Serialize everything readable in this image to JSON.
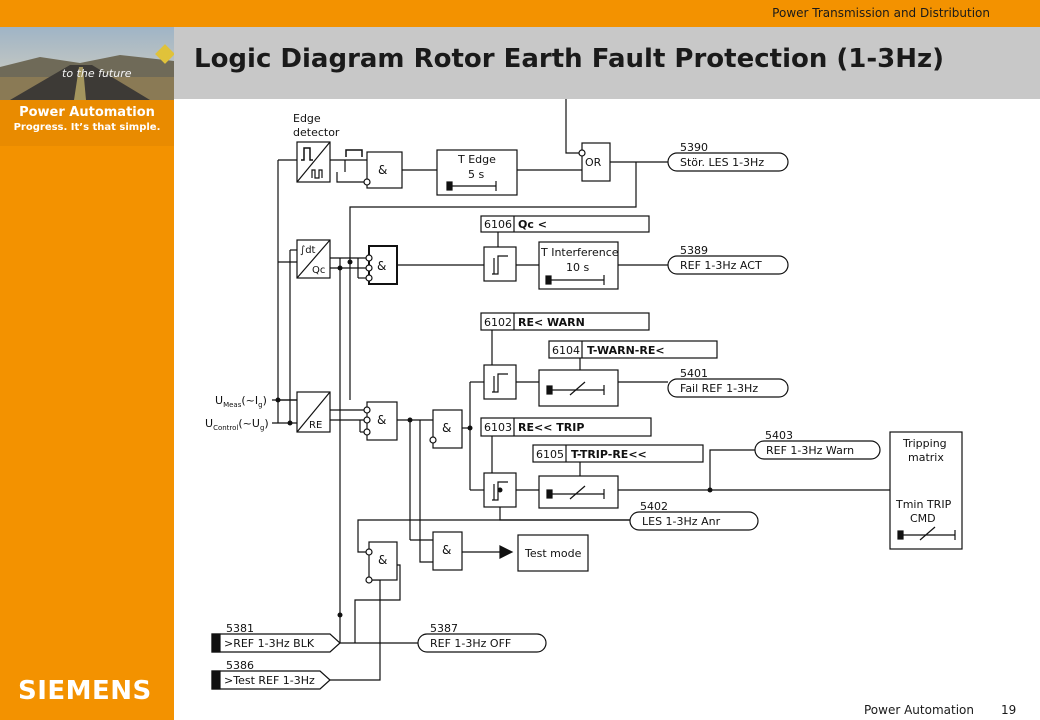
{
  "header": {
    "division": "Power Transmission and Distribution"
  },
  "sidebar": {
    "photo_caption": "to the future",
    "brand": "Power Automation",
    "tagline": "Progress. It’s that simple.",
    "logo": "SIEMENS"
  },
  "title": "Logic Diagram Rotor Earth Fault Protection  (1-3Hz)",
  "footer": {
    "label": "Power Automation",
    "page": "19"
  },
  "diagram": {
    "edge_detector": "Edge\ndetector",
    "gate_and": "&",
    "gate_or": "OR",
    "t_edge": "T Edge",
    "t_edge_value": "5 s",
    "t_interference": "T Interference",
    "t_interference_value": "10 s",
    "integrator_top": "∫dt",
    "integrator_bottom": "Qc",
    "re_block": "RE",
    "input_meas": "UMeas(~Ig)",
    "input_meas_main": "U",
    "input_meas_sub": "Meas",
    "input_meas_rest": "(~I",
    "input_meas_g": "g",
    "input_control_main": "U",
    "input_control_sub": "Control",
    "input_control_rest": "(~U",
    "input_control_g": "g",
    "p6106": "6106",
    "p6106_name": "Qc <",
    "p6102": "6102",
    "p6102_name": "RE< WARN",
    "p6104": "6104",
    "p6104_name": "T-WARN-RE<",
    "p6103": "6103",
    "p6103_name": "RE<< TRIP",
    "p6105": "6105",
    "p6105_name": "T-TRIP-RE<<",
    "o5390": "5390",
    "o5390_name": "Stör. LES 1-3Hz",
    "o5389": "5389",
    "o5389_name": "REF 1-3Hz ACT",
    "o5401": "5401",
    "o5401_name": "Fail REF 1-3Hz",
    "o5403": "5403",
    "o5403_name": "REF 1-3Hz Warn",
    "o5402": "5402",
    "o5402_name": "LES 1-3Hz Anr",
    "o5387": "5387",
    "o5387_name": "REF 1-3Hz OFF",
    "i5381": "5381",
    "i5381_name": ">REF 1-3Hz BLK",
    "i5386": "5386",
    "i5386_name": ">Test REF 1-3Hz",
    "tripping_matrix": "Tripping\nmatrix",
    "tmin_trip": "Tmin TRIP",
    "tmin_cmd": "CMD",
    "test_mode": "Test mode"
  },
  "colors": {
    "accent": "#f39200",
    "title_bar": "#c8c8c8"
  }
}
